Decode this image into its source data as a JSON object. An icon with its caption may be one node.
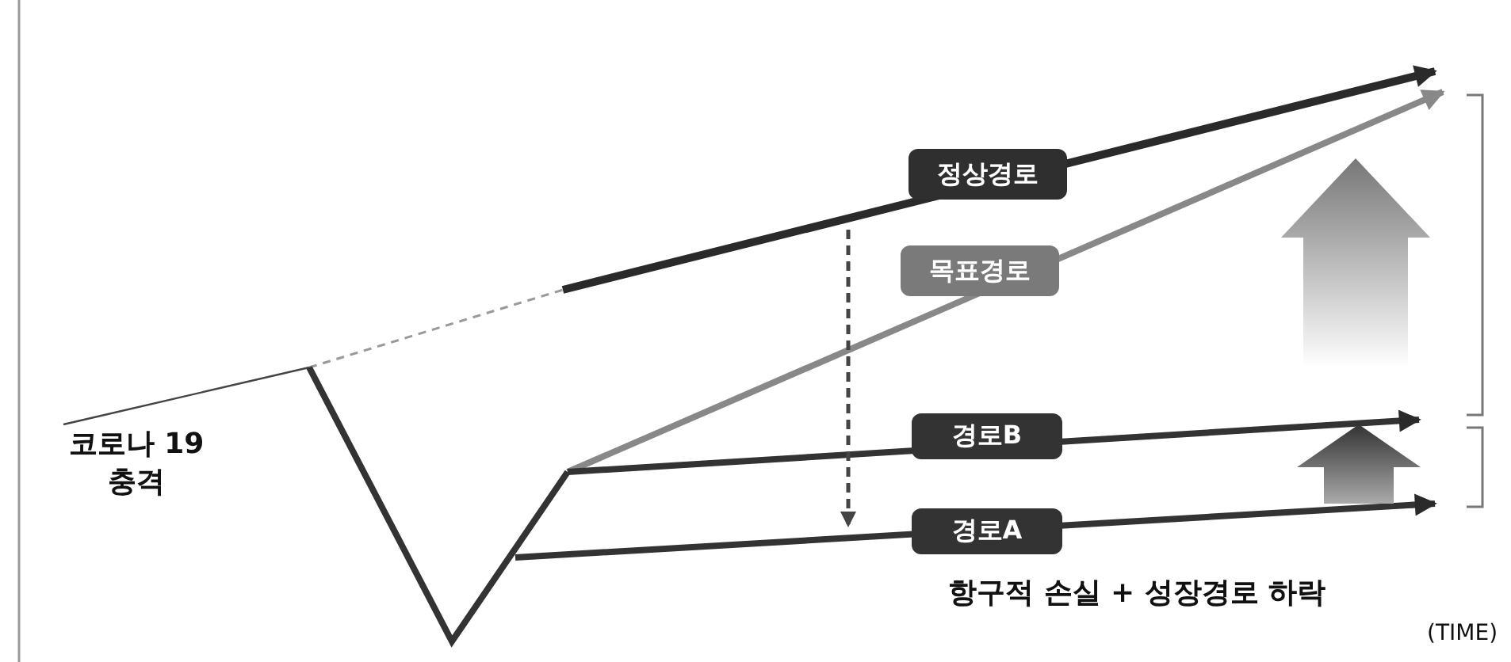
{
  "diagram": {
    "nodes": [
      {
        "text": [
          "정상경로"
        ]
      },
      {
        "text": [
          "목표경로"
        ]
      },
      {
        "text": [
          "경로B"
        ]
      },
      {
        "text": [
          "경로A"
        ]
      }
    ],
    "labels": [
      "코로나 19 충격",
      "항구적 손실 + 성장경로 하락",
      "(TIME)"
    ]
  }
}
